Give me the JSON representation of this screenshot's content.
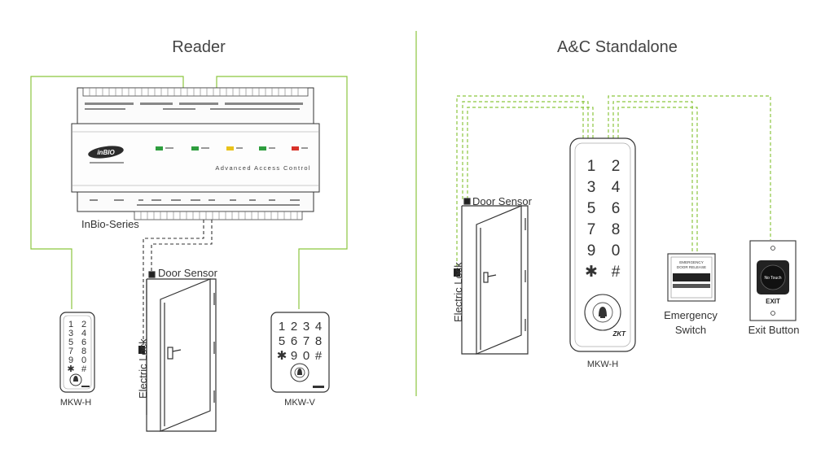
{
  "sections": {
    "reader_title": "Reader",
    "standalone_title": "A&C Standalone"
  },
  "controller": {
    "brand": "inBIO",
    "series_label": "InBio-Series",
    "tagline": "Advanced Access Control"
  },
  "reader_side": {
    "door_sensor": "Door Sensor",
    "electric_lock": "Electric Lock",
    "mkw_h": "MKW-H",
    "mkw_v": "MKW-V",
    "mkw_v_keys": [
      "1",
      "2",
      "3",
      "4",
      "5",
      "6",
      "7",
      "8",
      "✱",
      "9",
      "0",
      "#"
    ],
    "mkw_h_keys": [
      "1",
      "2",
      "3",
      "4",
      "5",
      "6",
      "7",
      "8",
      "9",
      "0",
      "✱",
      "#"
    ]
  },
  "standalone_side": {
    "door_sensor": "Door Sensor",
    "electric_lock": "Electric Lock",
    "mkw_h": "MKW-H",
    "keys": [
      "1",
      "2",
      "3",
      "4",
      "5",
      "6",
      "7",
      "8",
      "9",
      "0",
      "✱",
      "#"
    ],
    "emergency_label_1": "Emergency",
    "emergency_label_2": "Switch",
    "emergency_face_1": "EMERGENCY",
    "emergency_face_2": "DOOR RELEASE",
    "exit_label": "Exit Button",
    "exit_face": "EXIT",
    "no_touch": "No Touch",
    "zk_brand": "ZKT"
  },
  "colors": {
    "wire_green": "#8cc63f",
    "divider_green": "#8cc63f",
    "device_outline": "#333333",
    "led_green": "#2e9e3e",
    "led_yellow": "#e9c21a",
    "led_red": "#d8332a"
  }
}
